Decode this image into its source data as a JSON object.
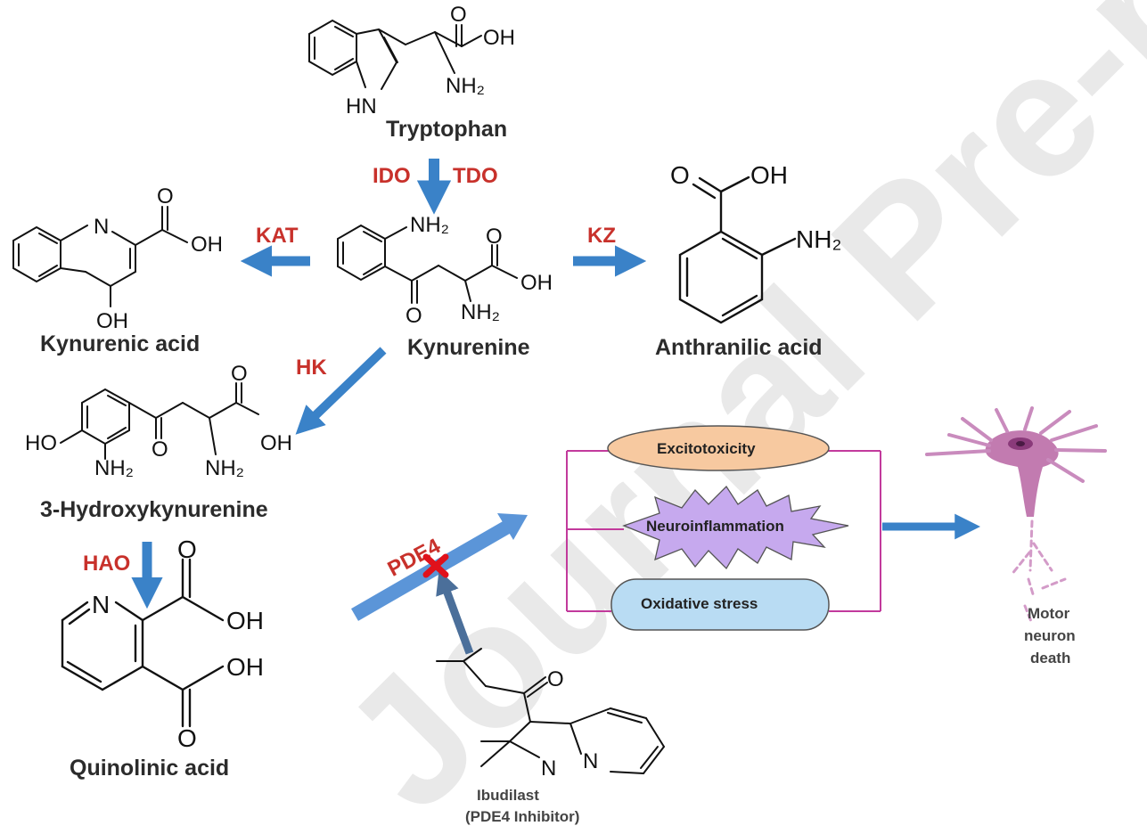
{
  "compounds": {
    "tryptophan": "Tryptophan",
    "kynurenine": "Kynurenine",
    "kynurenic_acid": "Kynurenic acid",
    "anthranilic_acid": "Anthranilic acid",
    "hydroxykynurenine": "3-Hydroxykynurenine",
    "quinolinic_acid": "Quinolinic acid"
  },
  "enzymes": {
    "ido": "IDO",
    "tdo": "TDO",
    "kat": "KAT",
    "kz": "KZ",
    "hk": "HK",
    "hao": "HAO",
    "pde4": "PDE4"
  },
  "atoms": {
    "hn": "HN",
    "n": "N",
    "o": "O",
    "oh": "OH",
    "ho": "HO",
    "nh2": "NH₂"
  },
  "effects": {
    "excitotoxicity": "Excitotoxicity",
    "neuroinflammation": "Neuroinflammation",
    "oxidative_stress": "Oxidative stress"
  },
  "outcome": {
    "line1": "Motor",
    "line2": "neuron",
    "line3": "death"
  },
  "drug": {
    "name": "Ibudilast",
    "subtitle": "(PDE4 Inhibitor)"
  },
  "watermark": "Journal Pre-proof",
  "colors": {
    "enzyme": "#c8312b",
    "arrow": "#3a82c8",
    "excitotoxicity": "#f7c9a0",
    "neuroinflammation": "#c6a9ee",
    "oxidative_stress": "#b9dcf3",
    "bracket": "#c23a9c",
    "inhibit": "#e0111b"
  }
}
